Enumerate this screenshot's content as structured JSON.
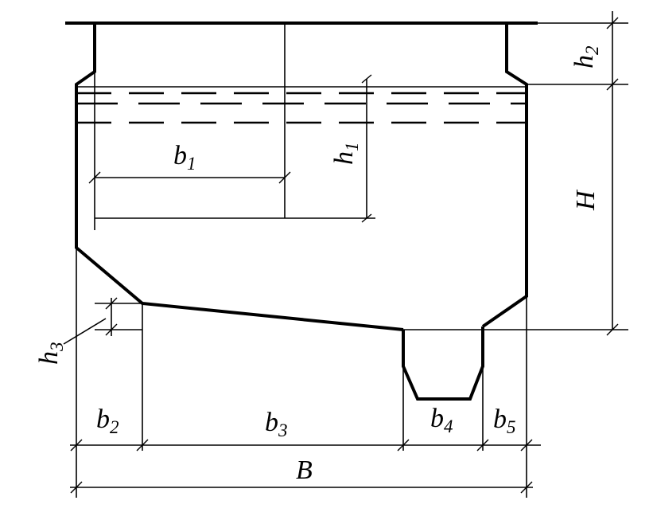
{
  "labels": {
    "b1": {
      "base": "b",
      "sub": "1"
    },
    "b2": {
      "base": "b",
      "sub": "2"
    },
    "b3": {
      "base": "b",
      "sub": "3"
    },
    "b4": {
      "base": "b",
      "sub": "4"
    },
    "b5": {
      "base": "b",
      "sub": "5"
    },
    "h1": {
      "base": "h",
      "sub": "1"
    },
    "h2": {
      "base": "h",
      "sub": "2"
    },
    "h3": {
      "base": "h",
      "sub": "3"
    },
    "H": {
      "base": "H"
    },
    "B": {
      "base": "B"
    }
  },
  "colors": {
    "line": "#000000",
    "background": "#ffffff"
  }
}
